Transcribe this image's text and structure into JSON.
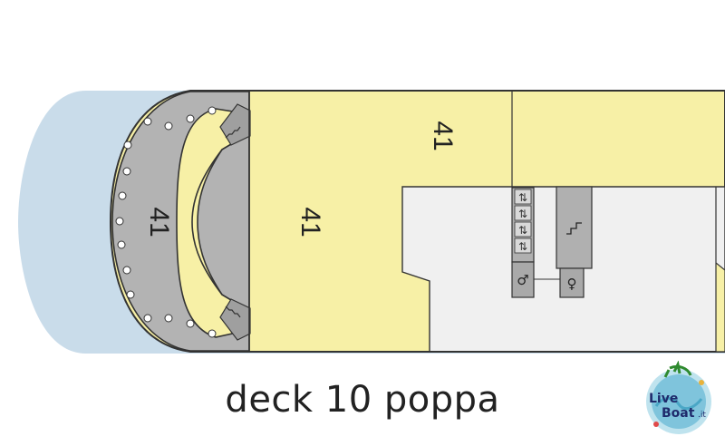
{
  "deck": {
    "caption": "deck 10 poppa",
    "zones": {
      "stern_terrace": "41",
      "aft_deck": "41",
      "upper_deck": "41"
    },
    "services": {
      "elevator_symbol": "⇅",
      "restroom_left_symbol": "♂",
      "restroom_right_symbol": "♀"
    },
    "colors": {
      "sea": "#c9dcea",
      "deck_yellow": "#f7f0a6",
      "terrace_grey": "#b3b3b3",
      "interior_grey": "#f0f0f0",
      "service_grey": "#b0b0b0",
      "outline": "#333333"
    }
  },
  "logo": {
    "text_live": "Live",
    "text_boat": "Boat",
    "text_domain": ".it"
  }
}
